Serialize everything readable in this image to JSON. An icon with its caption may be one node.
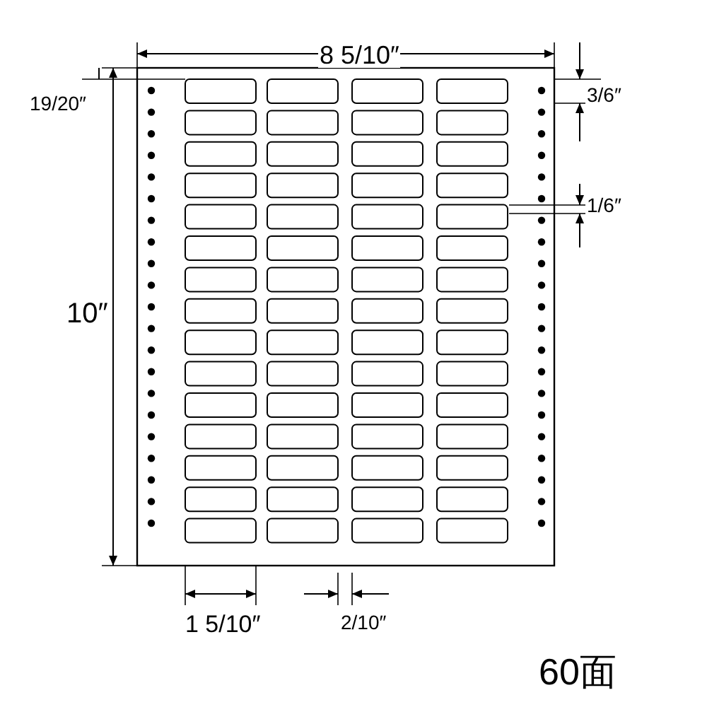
{
  "diagram": {
    "labels": [
      "8 5/10″",
      "3/6″",
      "19/20″",
      "1/6″",
      "10″",
      "1 5/10″",
      "2/10″",
      "60面"
    ]
  }
}
